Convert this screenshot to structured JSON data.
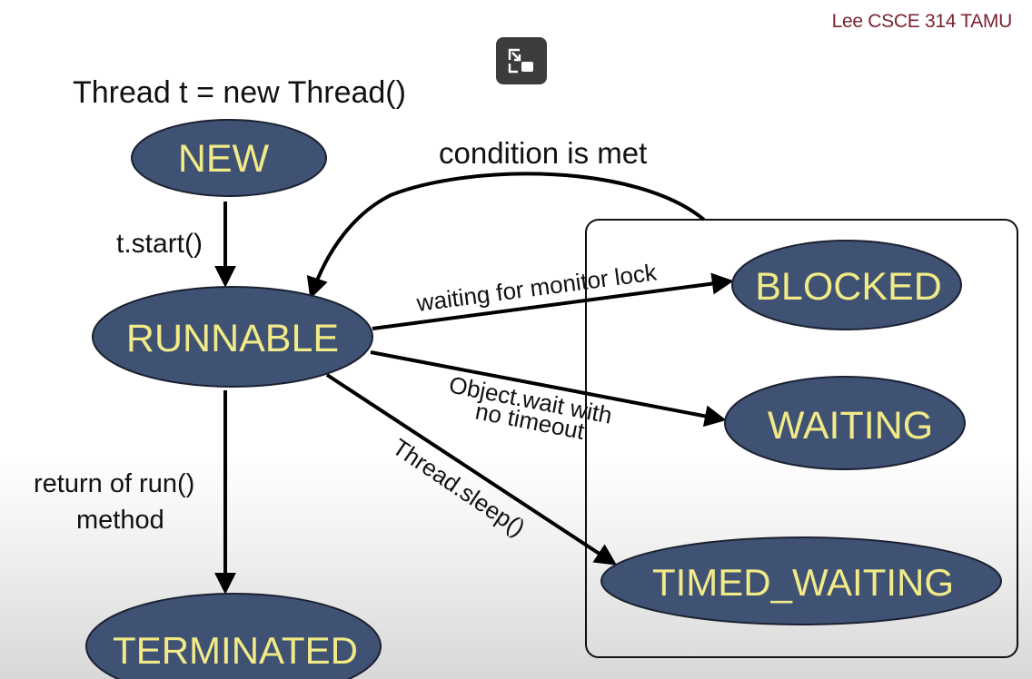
{
  "credit": "Lee CSCE 314 TAMU",
  "controls": {
    "exit_fullscreen": "exit-fullscreen-icon"
  },
  "colors": {
    "state_fill": "#3f5274",
    "state_text": "#f1ea86",
    "credit": "#7b2330"
  },
  "diagram": {
    "code_line": "Thread t = new Thread()",
    "states": {
      "new": "NEW",
      "runnable": "RUNNABLE",
      "blocked": "BLOCKED",
      "waiting": "WAITING",
      "timed_waiting": "TIMED_WAITING",
      "terminated": "TERMINATED"
    },
    "edges": {
      "start": "t.start()",
      "condition_met": "condition is met",
      "monitor_lock": "waiting for monitor lock",
      "wait_line1": "Object.wait with",
      "wait_line2": "no timeout",
      "sleep": "Thread.sleep()",
      "return_line1": "return of run()",
      "return_line2": "method"
    }
  }
}
